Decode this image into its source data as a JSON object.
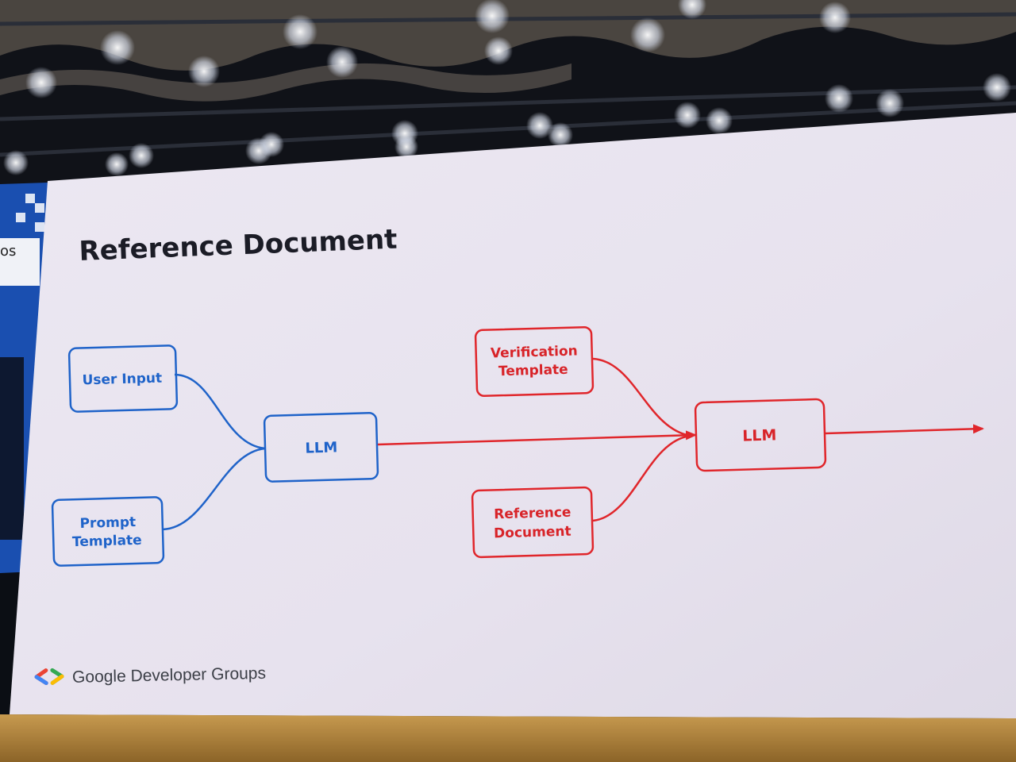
{
  "slide": {
    "title": "Reference Document",
    "left_edge_fragment": "os",
    "footer": {
      "logo_text": "Google Developer Groups"
    },
    "colors": {
      "blue_flow": "#1f63c9",
      "red_flow": "#e0262b",
      "screen_bg": "#ebe6f0",
      "title": "#1b1c26",
      "logo_red": "#ea4335",
      "logo_blue": "#4285f4",
      "logo_green": "#34a853"
    }
  },
  "diagram": {
    "user_input": "User Input",
    "prompt_template_line1": "Prompt",
    "prompt_template_line2": "Template",
    "llm_1": "LLM",
    "verification_template_line1": "Verification",
    "verification_template_line2": "Template",
    "reference_document_line1": "Reference",
    "reference_document_line2": "Document",
    "llm_2": "LLM"
  }
}
